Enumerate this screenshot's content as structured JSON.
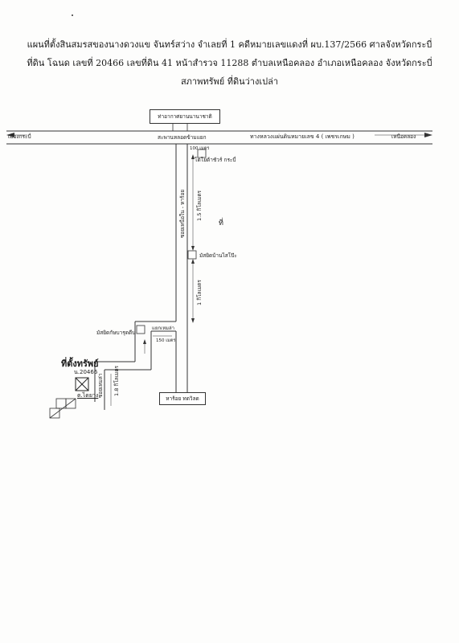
{
  "header": {
    "line1": "แผนที่ตั้งสินสมรสของนางดวงแข  จันทร์สว่าง  จำเลยที่ 1 คดีหมายเลขแดงที่ ผบ.137/2566  ศาลจังหวัดกระบี่",
    "line2": "ที่ดิน  โฉนด เลขที่ 20466 เลขที่ดิน 41  หน้าสำรวจ 11288  ตำบลเหนือคลอง  อำเภอเหนือคลอง  จังหวัดกระบี่",
    "line3": "สภาพทรัพย์  ที่ดินว่างเปล่า"
  },
  "map": {
    "top_box": "ท่าอากาศยานนานาชาติ",
    "left_city": "เมืองกระบี่",
    "intersection": "สะพานหลอดข้ามแยก",
    "highway": "ทางหลวงแผ่นดินหมายเลข 4 ( เพชรเกษม )",
    "right_city": "เหนือคลอง",
    "dist_100": "100 เมตร",
    "shop1": "โตโยต้าชัวร์ กระบี่",
    "road_main": "ซอยเหนือใน - หาร้อย",
    "dist_15km": "1.5 กิโลเมตร",
    "symbol_thi": "ที่",
    "mosque1": "มัสยิดบ้านไสโป๊ะ",
    "dist_1km": "1 กิโลเมตร",
    "mosque2": "มัสยิดกัษบารุดดีน",
    "junction": "แยกเหมล่า",
    "dist_150": "150 เมตร",
    "road_side": "ซอยเหมล่า",
    "dist_18km": "1.8 กิโลเมตร",
    "property_title": "ที่ตั้งทรัพย์",
    "deed": "น.20466",
    "plot": "ต.ไดยาง",
    "bottom_box": "หาร้อย ทดวิลด"
  }
}
